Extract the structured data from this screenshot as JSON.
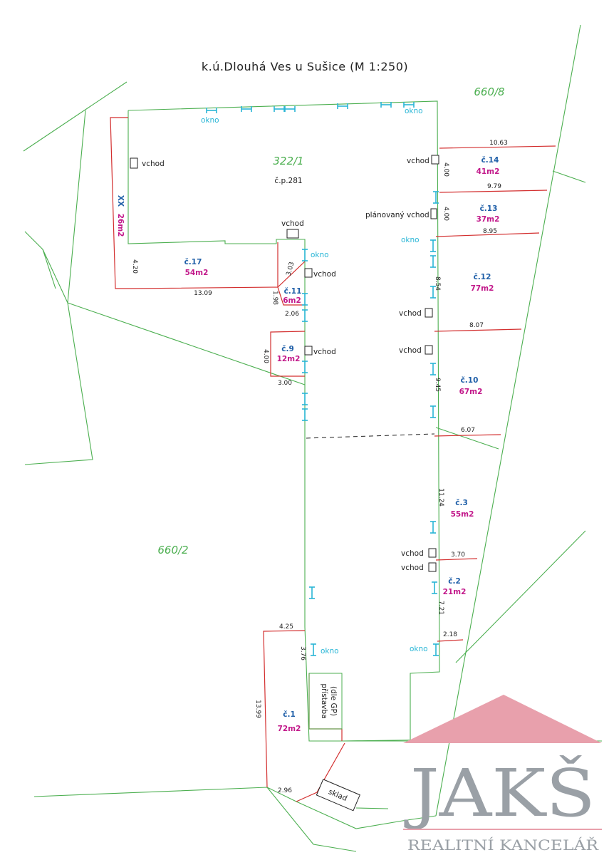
{
  "header": {
    "title": "k.ú.Dlouhá Ves u Sušice (M 1:250)"
  },
  "parcels": {
    "main": "322/1",
    "top_right": "660/8",
    "left": "660/2"
  },
  "building": {
    "cp": "č.p.281"
  },
  "labels": {
    "vchod": "vchod",
    "okno": "okno",
    "planned_entrance": "plánovaný vchod",
    "extension_line1": "přístavba",
    "extension_line2": "(dle GP)",
    "sklad": "sklad"
  },
  "units": [
    {
      "id": "xx",
      "name": "XX",
      "area": "26m2"
    },
    {
      "id": "17",
      "name": "č.17",
      "area": "54m2"
    },
    {
      "id": "11",
      "name": "č.11",
      "area": "6m2"
    },
    {
      "id": "9",
      "name": "č.9",
      "area": "12m2"
    },
    {
      "id": "14",
      "name": "č.14",
      "area": "41m2"
    },
    {
      "id": "13",
      "name": "č.13",
      "area": "37m2"
    },
    {
      "id": "12",
      "name": "č.12",
      "area": "77m2"
    },
    {
      "id": "10",
      "name": "č.10",
      "area": "67m2"
    },
    {
      "id": "3",
      "name": "č.3",
      "area": "55m2"
    },
    {
      "id": "2",
      "name": "č.2",
      "area": "21m2"
    },
    {
      "id": "1",
      "name": "č.1",
      "area": "72m2"
    }
  ],
  "dims": {
    "d1063": "10.63",
    "d400a": "4.00",
    "d979": "9.79",
    "d400b": "4.00",
    "d895": "8.95",
    "d854": "8.54",
    "d807": "8.07",
    "d945": "9.45",
    "d607": "6.07",
    "d1124": "11.24",
    "d370": "3.70",
    "d721": "7.21",
    "d218": "2.18",
    "d420": "4.20",
    "d1309": "13.09",
    "d303": "3.03",
    "d198": "1.98",
    "d206": "2.06",
    "d400c": "4.00",
    "d300": "3.00",
    "d425": "4.25",
    "d376": "3.76",
    "d1399": "13.99",
    "d296": "2.96"
  },
  "logo": {
    "brand": "JAKŠ",
    "tagline": "REALITNÍ KANCELÁŘ",
    "roof_color": "#e8a0ac",
    "text_color": "#9aa0a6"
  },
  "colors": {
    "boundary": "#4caf50",
    "unit_outline": "#d32f2f",
    "window": "#29b6d6",
    "unit_label": "#1f5fa8",
    "area_label": "#c2188a"
  }
}
